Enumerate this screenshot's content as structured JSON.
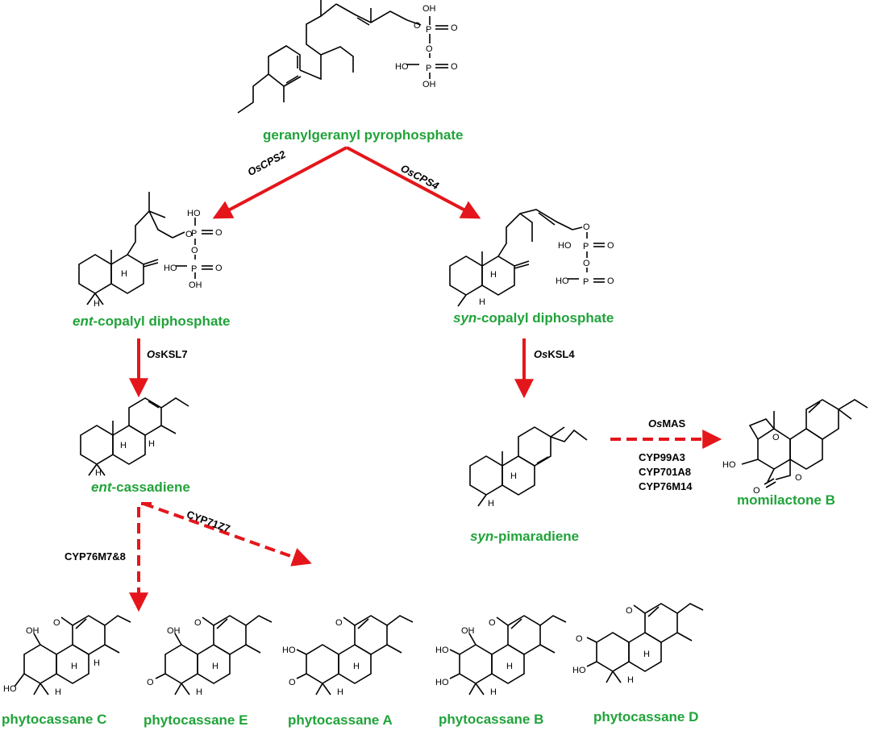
{
  "colors": {
    "compound": "#21a33a",
    "arrow": "#e4161b",
    "text": "#000000"
  },
  "compounds": {
    "ggpp": "geranylgeranyl pyrophosphate",
    "ent_cpp_prefix": "ent",
    "ent_cpp_rest": "-copalyl diphosphate",
    "syn_cpp_prefix": "syn",
    "syn_cpp_rest": "-copalyl diphosphate",
    "ent_cass_prefix": "ent",
    "ent_cass_rest": "-cassadiene",
    "syn_pim_prefix": "syn",
    "syn_pim_rest": "-pimaradiene",
    "momilactone_b": "momilactone B",
    "phyto_c": "phytocassane C",
    "phyto_e": "phytocassane E",
    "phyto_a": "phytocassane A",
    "phyto_b": "phytocassane B",
    "phyto_d": "phytocassane D"
  },
  "enzymes": {
    "cps2": "OsCPS2",
    "cps4": "OsCPS4",
    "ksl7_prefix": "Os",
    "ksl7_rest": "KSL7",
    "ksl4_prefix": "Os",
    "ksl4_rest": "KSL4",
    "mas_prefix": "Os",
    "mas_rest": "MAS",
    "cyp99a3": "CYP99A3",
    "cyp701a8": "CYP701A8",
    "cyp76m14": "CYP76M14",
    "cyp71z7": "CYP71Z7",
    "cyp76m78": "CYP76M7&8"
  },
  "atoms": {
    "oh": "OH",
    "ho": "HO",
    "o": "O",
    "p": "P",
    "h": "H"
  }
}
